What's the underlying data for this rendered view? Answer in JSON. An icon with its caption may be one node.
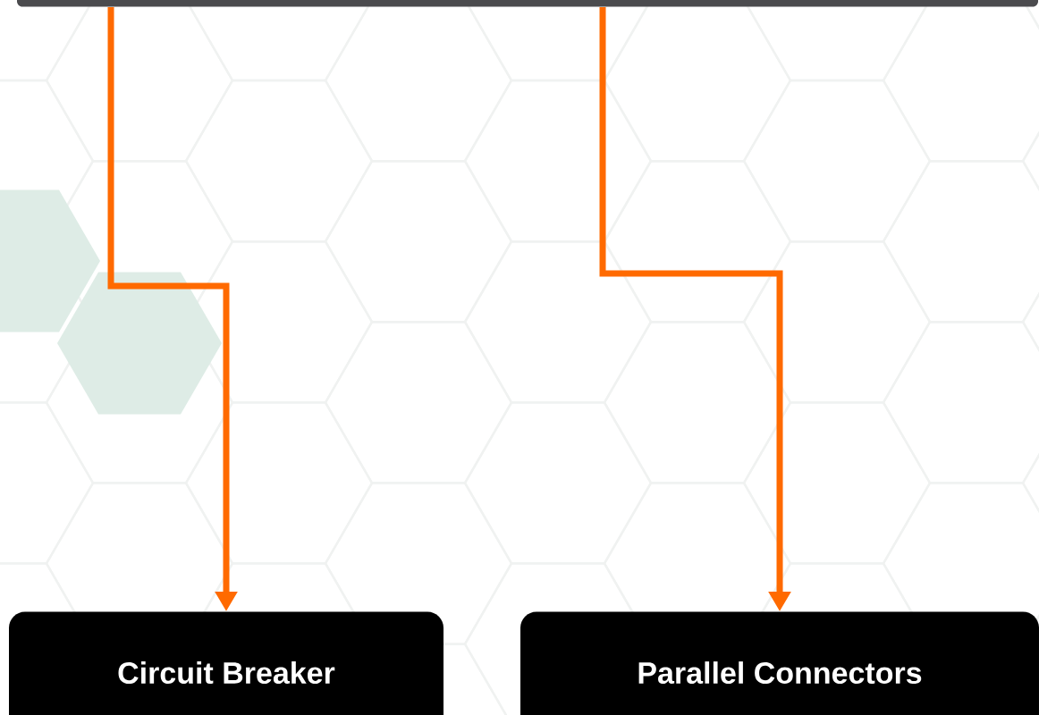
{
  "diagram": {
    "nodes": [
      {
        "text": [],
        "shape": "bar"
      },
      {
        "text": [
          "Circuit Breaker"
        ]
      },
      {
        "text": [
          "Parallel Connectors"
        ]
      }
    ],
    "edges": [
      {
        "from": 0,
        "to": 1,
        "arrow": "to"
      },
      {
        "from": 0,
        "to": 2,
        "arrow": "to"
      }
    ]
  }
}
